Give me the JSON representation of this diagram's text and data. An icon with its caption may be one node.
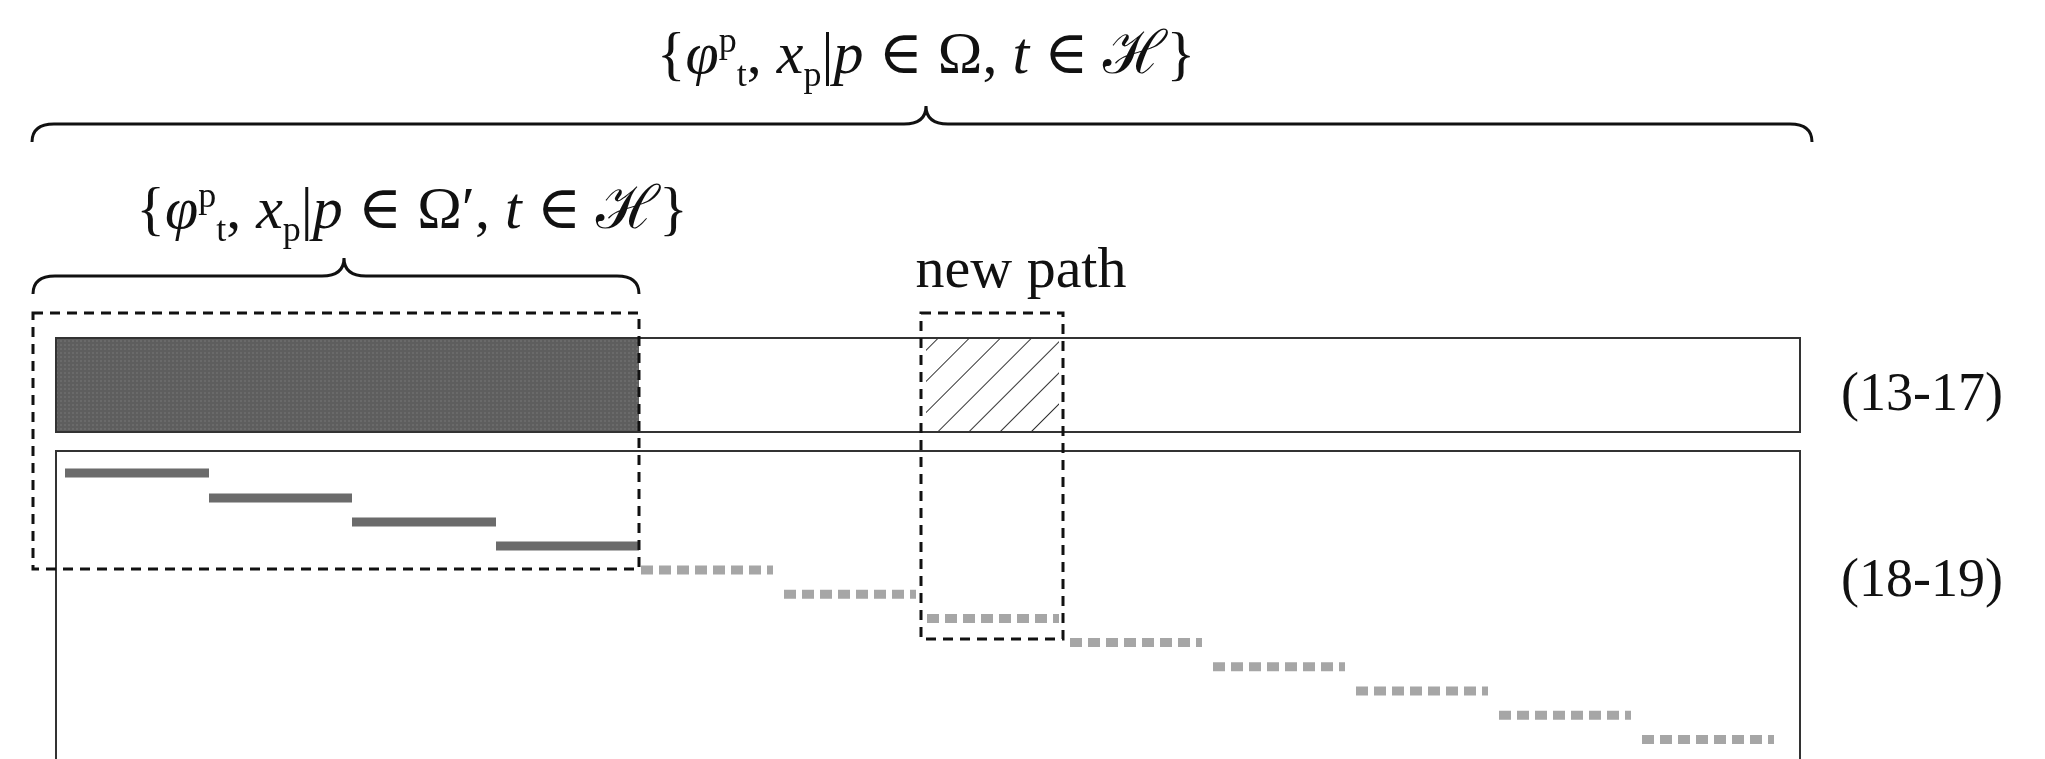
{
  "diagram": {
    "labels": [
      "{*φ*$^{p}$$_{t}$, *x*$_{p}$|*p* ∈ Ω, *t* ∈ ℋ}",
      "{*φ*$^{p}$$_{t}$, *x*$_{p}$|*p* ∈ Ω′, *t* ∈ ℋ}",
      "new path",
      "(13-17)",
      "(18-19)"
    ]
  }
}
